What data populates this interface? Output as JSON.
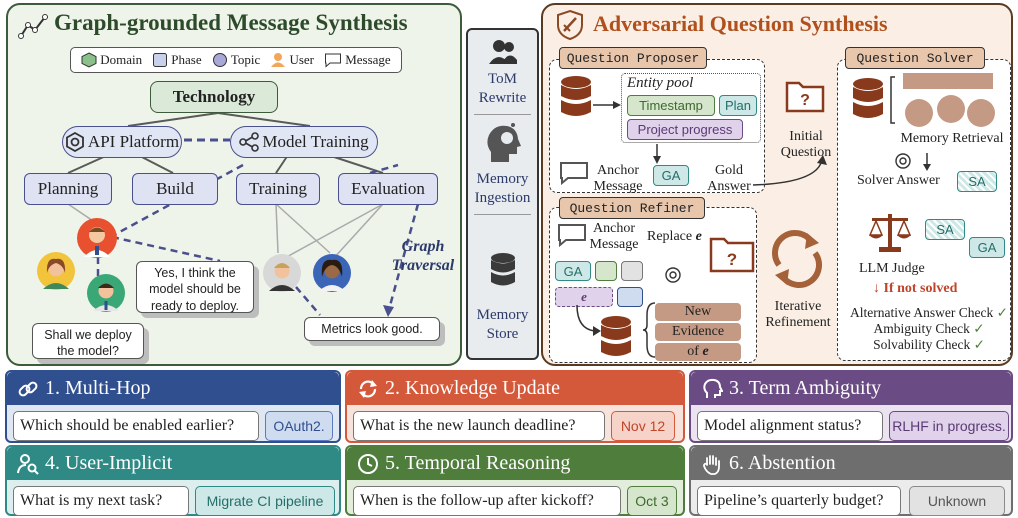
{
  "graph_panel": {
    "title": "Graph-grounded Message Synthesis",
    "legend": {
      "domain": "Domain",
      "phase": "Phase",
      "topic": "Topic",
      "user": "User",
      "message": "Message"
    },
    "domain_node": "Technology",
    "topics": [
      "API Platform",
      "Model Training"
    ],
    "phases": [
      "Planning",
      "Build",
      "Training",
      "Evaluation"
    ],
    "bubbles": {
      "deploy_reply": "Yes, I think the model should be ready to deploy.",
      "deploy_question": "Shall we deploy the model?",
      "metrics": "Metrics look good."
    },
    "traversal_label": "Graph Traversal"
  },
  "middle_panel": {
    "tom": "ToM Rewrite",
    "ingestion": "Memory Ingestion",
    "store": "Memory Store"
  },
  "adv_panel": {
    "title": "Adversarial Question Synthesis",
    "proposer": {
      "label": "Question Proposer",
      "entity_pool": "Entity pool",
      "entities": [
        "Timestamp",
        "Plan",
        "Project progress"
      ],
      "anchor": "Anchor Message",
      "ga": "GA",
      "gold": "Gold Answer"
    },
    "initial_question": "Initial Question",
    "solver": {
      "label": "Question Solver",
      "retrieval": "Memory Retrieval",
      "solver_answer": "Solver Answer",
      "sa": "SA",
      "ga": "GA",
      "judge": "LLM Judge",
      "if_not": "If not solved",
      "checks": [
        "Alternative Answer Check",
        "Ambiguity Check",
        "Solvability Check"
      ]
    },
    "refiner": {
      "label": "Question Refiner",
      "anchor": "Anchor Message",
      "replace": "Replace",
      "e": "e",
      "ga": "GA",
      "evidence": [
        "New",
        "Evidence",
        "of"
      ]
    },
    "iterative": "Iterative Refinement"
  },
  "cards": [
    {
      "title": "1. Multi-Hop",
      "question": "Which should be enabled earlier?",
      "answer": "OAuth2.",
      "head": "#2f4f8f",
      "border": "#2f4f8f",
      "body": "#dfe7f3",
      "a_bg": "#cfdcf0",
      "a_border": "#5a7bbf",
      "a_color": "#2f4f8f"
    },
    {
      "title": "2. Knowledge Update",
      "question": "What is the new launch deadline?",
      "answer": "Nov 12",
      "head": "#d4593b",
      "border": "#d4593b",
      "body": "#f8e3dc",
      "a_bg": "#f6d3c8",
      "a_border": "#d4593b",
      "a_color": "#c0442a"
    },
    {
      "title": "3. Term Ambiguity",
      "question": "Model alignment status?",
      "answer": "RLHF in progress.",
      "head": "#6b4b84",
      "border": "#6b4b84",
      "body": "#ece3f1",
      "a_bg": "#e0d2ea",
      "a_border": "#6b4b84",
      "a_color": "#5a3a74"
    },
    {
      "title": "4. User-Implicit",
      "question": "What is my next task?",
      "answer": "Migrate CI pipeline",
      "head": "#2f8a86",
      "border": "#2f8a86",
      "body": "#dcefee",
      "a_bg": "#cde8e6",
      "a_border": "#2f8a86",
      "a_color": "#236e6a"
    },
    {
      "title": "5. Temporal Reasoning",
      "question": "When is the follow-up after kickoff?",
      "answer": "Oct 3",
      "head": "#4f7d3c",
      "border": "#4f7d3c",
      "body": "#e2eddc",
      "a_bg": "#d6e6cc",
      "a_border": "#4f7d3c",
      "a_color": "#3e6a2e"
    },
    {
      "title": "6. Abstention",
      "question": "Pipeline’s quarterly budget?",
      "answer": "Unknown",
      "head": "#6e6e6e",
      "border": "#6e6e6e",
      "body": "#ececec",
      "a_bg": "#e2e2e2",
      "a_border": "#8a8a8a",
      "a_color": "#555555"
    }
  ]
}
